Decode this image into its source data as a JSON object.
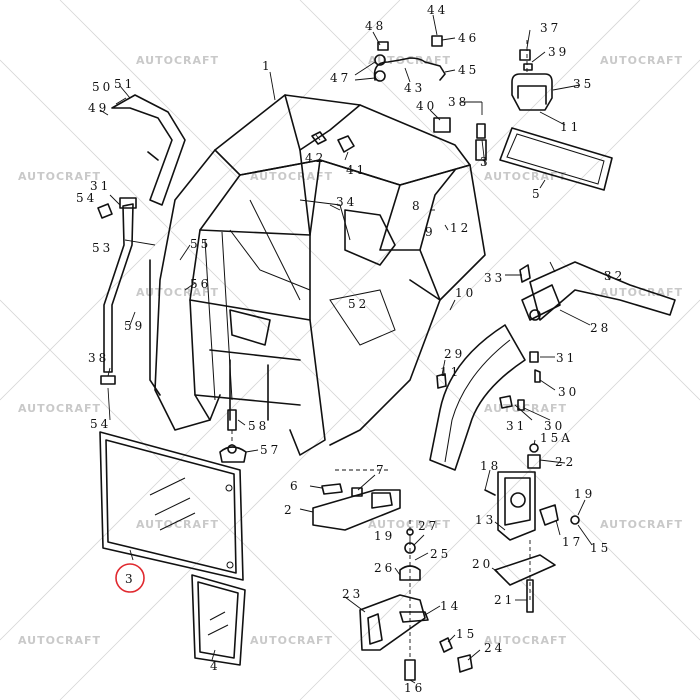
{
  "watermark": {
    "text": "AUTOCRAFT",
    "color": "#c9c9c9"
  },
  "highlight": {
    "label": "3",
    "color": "#e0292f"
  },
  "labels": {
    "l48": "48",
    "l44": "44",
    "l46": "46",
    "l47": "47",
    "l45": "45",
    "l43": "43",
    "l37": "37",
    "l39": "39",
    "l35": "35",
    "l11a": "11",
    "l50": "50",
    "l51": "51",
    "l49": "49",
    "l1": "1",
    "l40": "40",
    "l38": "38",
    "l42": "42",
    "l41": "41",
    "l3a": "3",
    "l5": "5",
    "l31a": "31",
    "l54a": "54",
    "l34": "34",
    "l8": "8",
    "l9": "9",
    "l12": "12",
    "l53": "53",
    "l55": "55",
    "l56": "56",
    "l33": "33",
    "l32": "32",
    "l10": "10",
    "l59": "59",
    "l52": "52",
    "l28": "28",
    "l38b": "38",
    "l29": "29",
    "l31b": "31",
    "l30a": "30",
    "l54b": "54",
    "l31c": "31",
    "l30b": "30",
    "l11b": "11",
    "l58": "58",
    "l57": "57",
    "l15A": "15A",
    "l18": "18",
    "l22": "22",
    "l6": "6",
    "l7": "7",
    "l2": "2",
    "l19a": "19",
    "l13": "13",
    "l17": "17",
    "l15a": "15",
    "l19b": "19",
    "l27": "27",
    "l25": "25",
    "l26": "26",
    "l20": "20",
    "l21": "21",
    "l23": "23",
    "l14": "14",
    "l15b": "15",
    "l24": "24",
    "l16": "16",
    "l4": "4"
  }
}
